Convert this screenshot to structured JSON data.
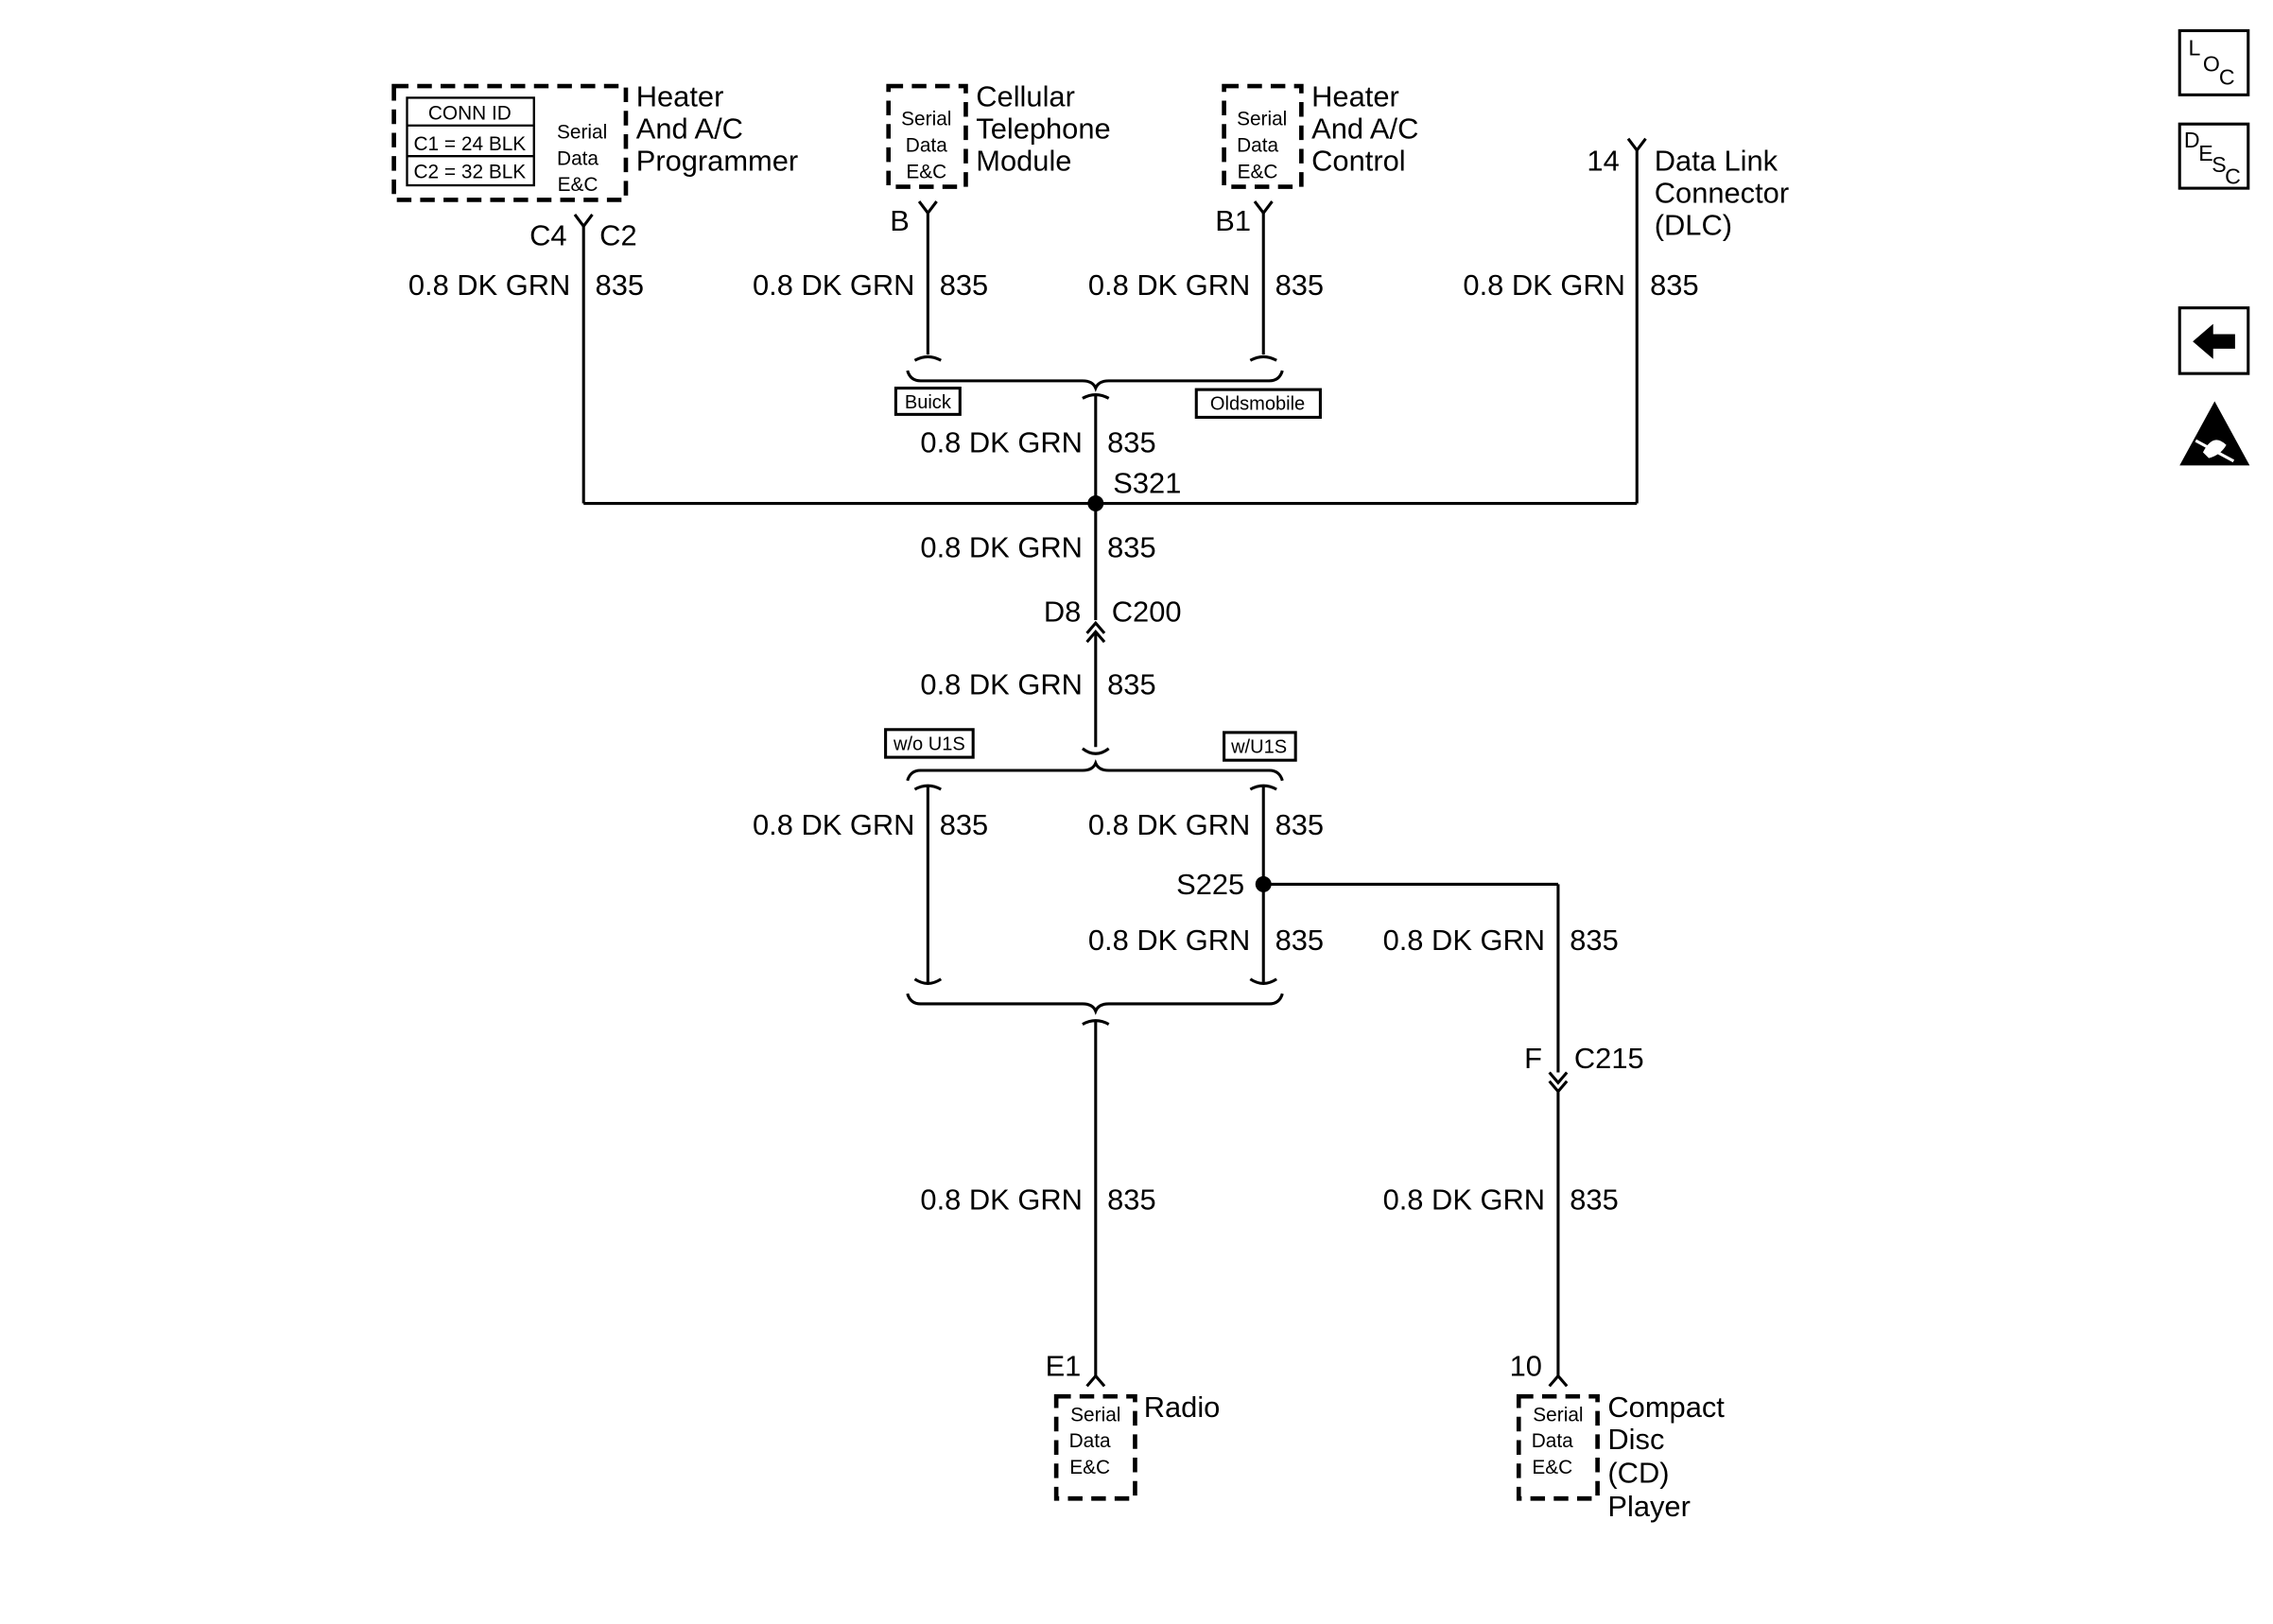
{
  "wire": {
    "size_color": "0.8 DK GRN",
    "circuit": "835"
  },
  "components": {
    "hvac_programmer": {
      "line1": "Heater",
      "line2": "And A/C",
      "line3": "Programmer",
      "conn_id_title": "CONN ID",
      "conn_c1": "C1 = 24 BLK",
      "conn_c2": "C2 = 32 BLK",
      "terminal_left": "C4",
      "terminal_right": "C2"
    },
    "cell_module": {
      "line1": "Cellular",
      "line2": "Telephone",
      "line3": "Module",
      "terminal": "B"
    },
    "hvac_control": {
      "line1": "Heater",
      "line2": "And A/C",
      "line3": "Control",
      "terminal": "B1"
    },
    "dlc": {
      "line1": "Data Link",
      "line2": "Connector",
      "line3": "(DLC)",
      "terminal": "14"
    },
    "radio": {
      "line1": "Radio",
      "terminal": "E1"
    },
    "cd_player": {
      "line1": "Compact",
      "line2": "Disc",
      "line3": "(CD)",
      "line4": "Player",
      "terminal": "10"
    }
  },
  "serial_block": {
    "line1": "Serial",
    "line2": "Data",
    "line3": "E&C"
  },
  "options": {
    "buick": "Buick",
    "oldsmobile": "Oldsmobile",
    "without_u1s": "w/o U1S",
    "with_u1s": "w/U1S"
  },
  "splices": {
    "s321": "S321",
    "s225": "S225"
  },
  "connectors": {
    "c200_terminal": "D8",
    "c200_name": "C200",
    "c215_terminal": "F",
    "c215_name": "C215"
  },
  "nav": {
    "loc_l": "L",
    "loc_o": "O",
    "loc_c": "C",
    "desc_d": "D",
    "desc_e": "E",
    "desc_s": "S",
    "desc_c": "C",
    "back_icon": "left-arrow-icon",
    "esd_icon": "esd-warning-icon"
  }
}
